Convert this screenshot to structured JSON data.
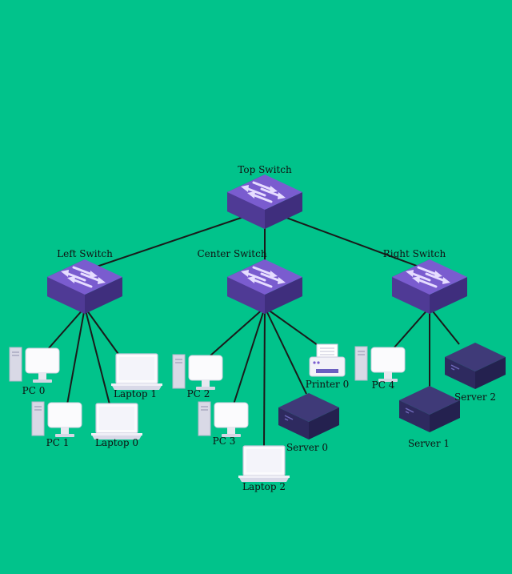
{
  "colors": {
    "background": "#01c38b",
    "switch_top": "#7a5ccf",
    "switch_side_left": "#4f3a95",
    "switch_side_right": "#3f2e7d",
    "arrow": "#e6ddff",
    "device_white": "#fbfbfd",
    "device_shade": "#c9c9dc",
    "server_top": "#3f3a78",
    "server_side": "#24214f",
    "link": "#1a1a1a"
  },
  "switches": {
    "top": {
      "label": "Top Switch",
      "icon": "network-switch-icon"
    },
    "left": {
      "label": "Left Switch",
      "icon": "network-switch-icon"
    },
    "center": {
      "label": "Center Switch",
      "icon": "network-switch-icon"
    },
    "right": {
      "label": "Right Switch",
      "icon": "network-switch-icon"
    }
  },
  "devices": {
    "pc0": {
      "label": "PC 0",
      "icon": "desktop-pc-icon"
    },
    "pc1": {
      "label": "PC 1",
      "icon": "desktop-pc-icon"
    },
    "pc2": {
      "label": "PC 2",
      "icon": "desktop-pc-icon"
    },
    "pc3": {
      "label": "PC 3",
      "icon": "desktop-pc-icon"
    },
    "pc4": {
      "label": "PC 4",
      "icon": "desktop-pc-icon"
    },
    "laptop0": {
      "label": "Laptop 0",
      "icon": "laptop-icon"
    },
    "laptop1": {
      "label": "Laptop 1",
      "icon": "laptop-icon"
    },
    "laptop2": {
      "label": "Laptop 2",
      "icon": "laptop-icon"
    },
    "printer0": {
      "label": "Printer 0",
      "icon": "printer-icon"
    },
    "server0": {
      "label": "Server 0",
      "icon": "server-icon"
    },
    "server1": {
      "label": "Server 1",
      "icon": "server-icon"
    },
    "server2": {
      "label": "Server 2",
      "icon": "server-icon"
    }
  },
  "links": [
    [
      "top",
      "left"
    ],
    [
      "top",
      "center"
    ],
    [
      "top",
      "right"
    ],
    [
      "left",
      "pc0"
    ],
    [
      "left",
      "pc1"
    ],
    [
      "left",
      "laptop0"
    ],
    [
      "left",
      "laptop1"
    ],
    [
      "center",
      "pc2"
    ],
    [
      "center",
      "pc3"
    ],
    [
      "center",
      "laptop2"
    ],
    [
      "center",
      "server0"
    ],
    [
      "center",
      "printer0"
    ],
    [
      "right",
      "pc4"
    ],
    [
      "right",
      "server1"
    ],
    [
      "right",
      "server2"
    ]
  ]
}
